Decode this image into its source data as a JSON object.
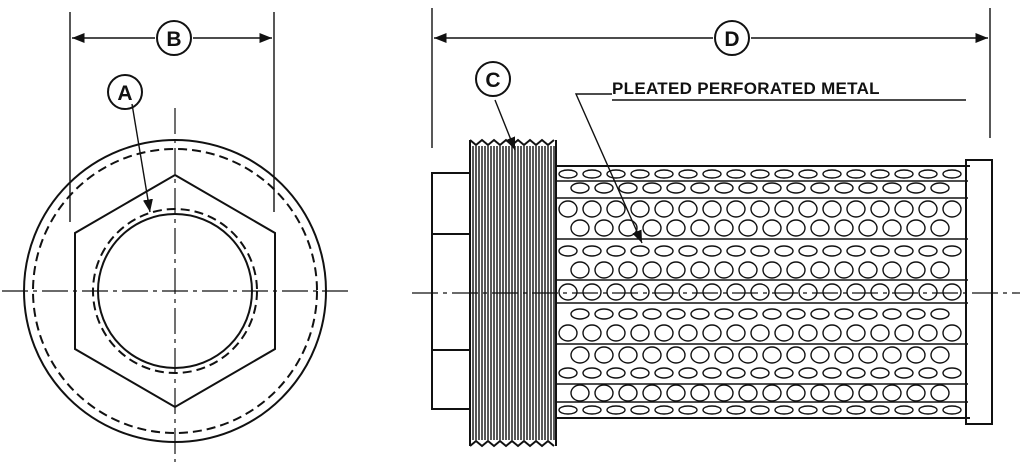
{
  "labels": {
    "a": "A",
    "b": "B",
    "c": "C",
    "d": "D"
  },
  "note": "PLEATED PERFORATED METAL",
  "colors": {
    "ink": "#111111",
    "paper": "#ffffff"
  }
}
